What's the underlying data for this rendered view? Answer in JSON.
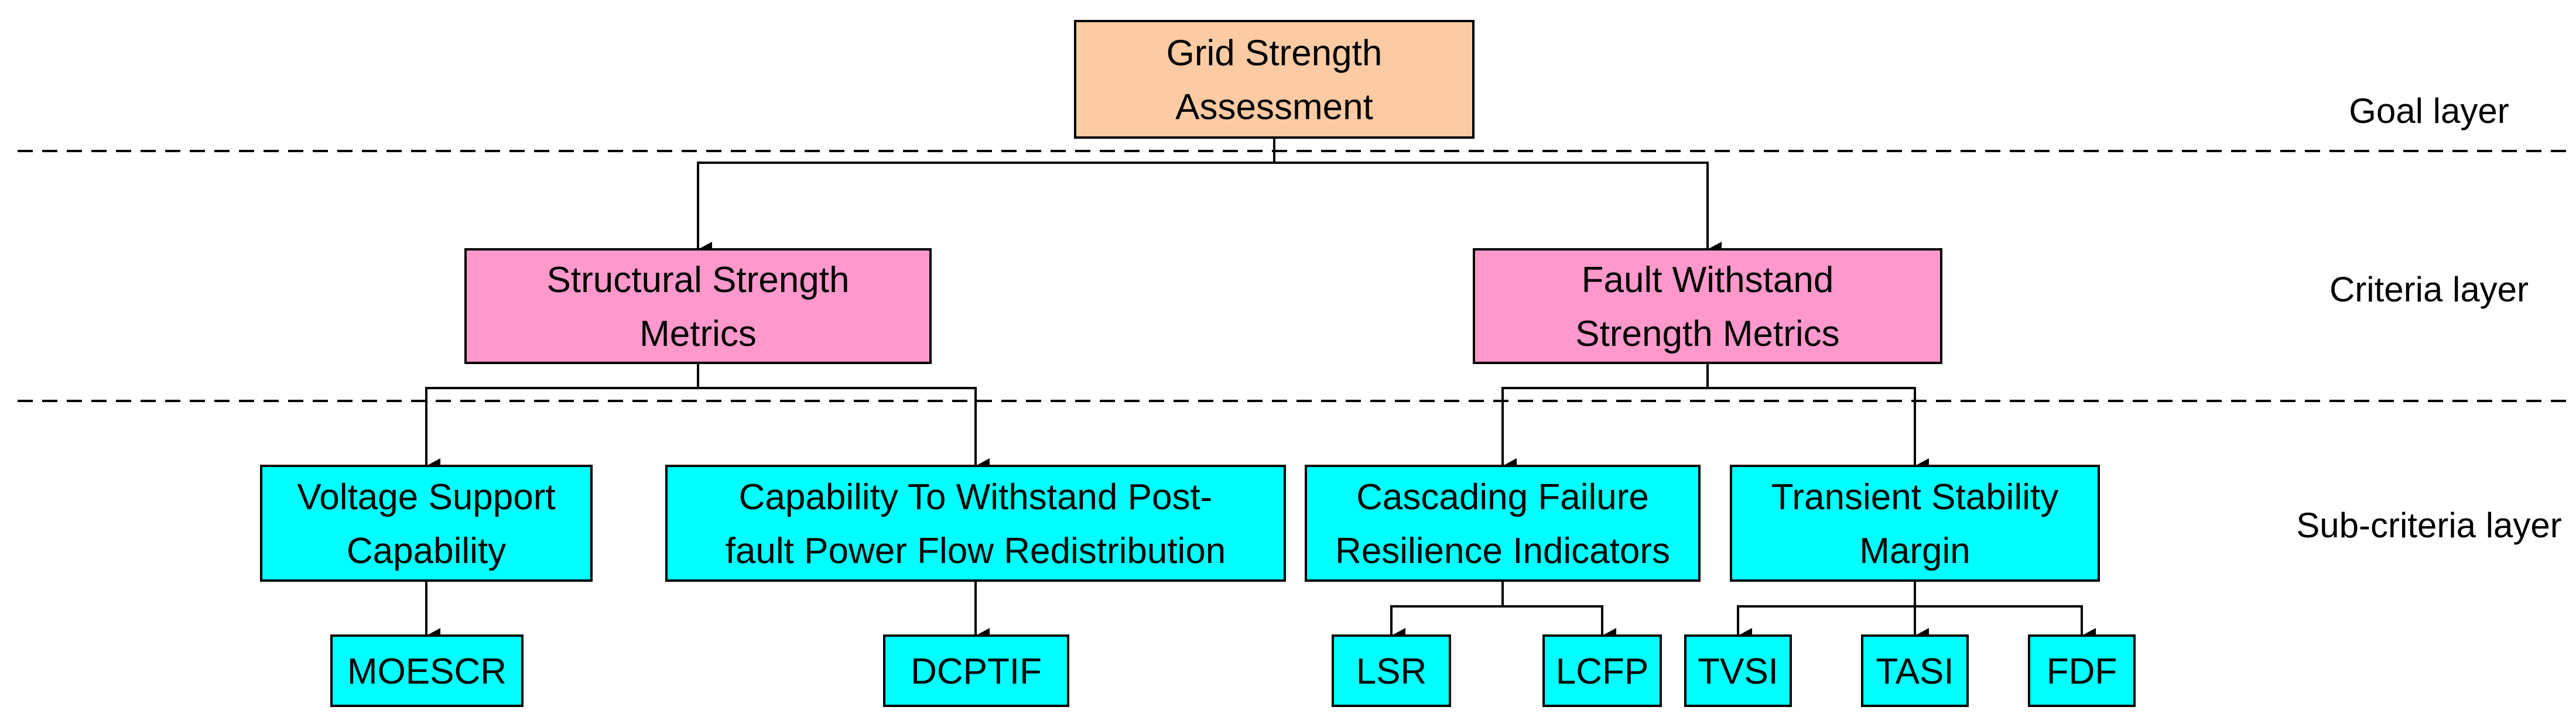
{
  "colors": {
    "goal": "#FCCBA4",
    "criteria": "#FF99CC",
    "subcriteria": "#00FFFF",
    "line": "#000000"
  },
  "layers": {
    "goal": "Goal layer",
    "criteria": "Criteria layer",
    "subcriteria": "Sub-criteria layer"
  },
  "nodes": {
    "goal": [
      "Grid Strength",
      "Assessment"
    ],
    "structural": [
      "Structural Strength",
      "Metrics"
    ],
    "fault": [
      "Fault Withstand",
      "Strength Metrics"
    ],
    "voltage": [
      "Voltage Support",
      "Capability"
    ],
    "capability": [
      "Capability To Withstand Post-",
      "fault Power Flow Redistribution"
    ],
    "cascading": [
      "Cascading Failure",
      "Resilience Indicators"
    ],
    "transient": [
      "Transient Stability",
      "Margin"
    ],
    "moescr": [
      "MOESCR"
    ],
    "dcptif": [
      "DCPTIF"
    ],
    "lsr": [
      "LSR"
    ],
    "lcfp": [
      "LCFP"
    ],
    "tvsi": [
      "TVSI"
    ],
    "tasi": [
      "TASI"
    ],
    "fdf": [
      "FDF"
    ]
  }
}
